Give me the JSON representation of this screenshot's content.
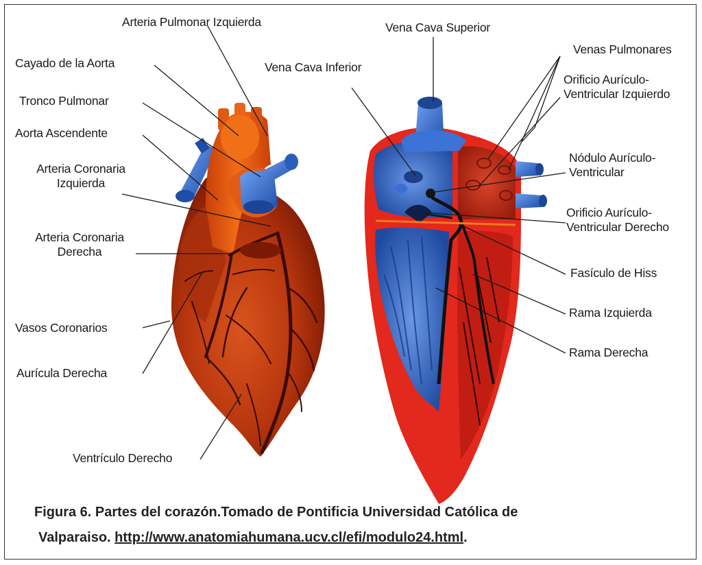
{
  "colors": {
    "muscle": "#c4390f",
    "muscle_dark": "#7a1a04",
    "aorta": "#e0550d",
    "vein_blue": "#2a5fc2",
    "vein_light": "#5f93e6",
    "section_red": "#e3281d",
    "vessel": "#3a0c02"
  },
  "labels": {
    "arteria_pulmonar_izquierda": "Arteria Pulmonar Izquierda",
    "cayado_aorta": "Cayado de la Aorta",
    "tronco_pulmonar": "Tronco Pulmonar",
    "aorta_ascendente": "Aorta Ascendente",
    "arteria_coronaria_izq_1": "Arteria Coronaria",
    "arteria_coronaria_izq_2": "Izquierda",
    "arteria_coronaria_der_1": "Arteria Coronaria",
    "arteria_coronaria_der_2": "Derecha",
    "vasos_coronarios": "Vasos Coronarios",
    "auricula_derecha": "Aurícula Derecha",
    "ventriculo_derecho": "Ventrículo Derecho",
    "vena_cava_superior": "Vena Cava Superior",
    "vena_cava_inferior": "Vena Cava Inferior",
    "venas_pulmonares": "Venas Pulmonares",
    "orificio_av_izq_1": "Orificio Aurículo-",
    "orificio_av_izq_2": "Ventricular Izquierdo",
    "nodulo_av_1": "Nódulo Aurículo-",
    "nodulo_av_2": "Ventricular",
    "orificio_av_der_1": "Orificio Aurículo-",
    "orificio_av_der_2": "Ventricular Derecho",
    "fasciculo_hiss": "Fasículo de Hiss",
    "rama_izquierda": "Rama Izquierda",
    "rama_derecha": "Rama Derecha"
  },
  "caption": {
    "line1": "Figura 6. Partes del corazón.Tomado de Pontificia Universidad Católica de",
    "line2_prefix": "Valparaiso. ",
    "link": "http://www.anatomiahumana.ucv.cl/efi/modulo24.html",
    "line2_suffix": "."
  }
}
